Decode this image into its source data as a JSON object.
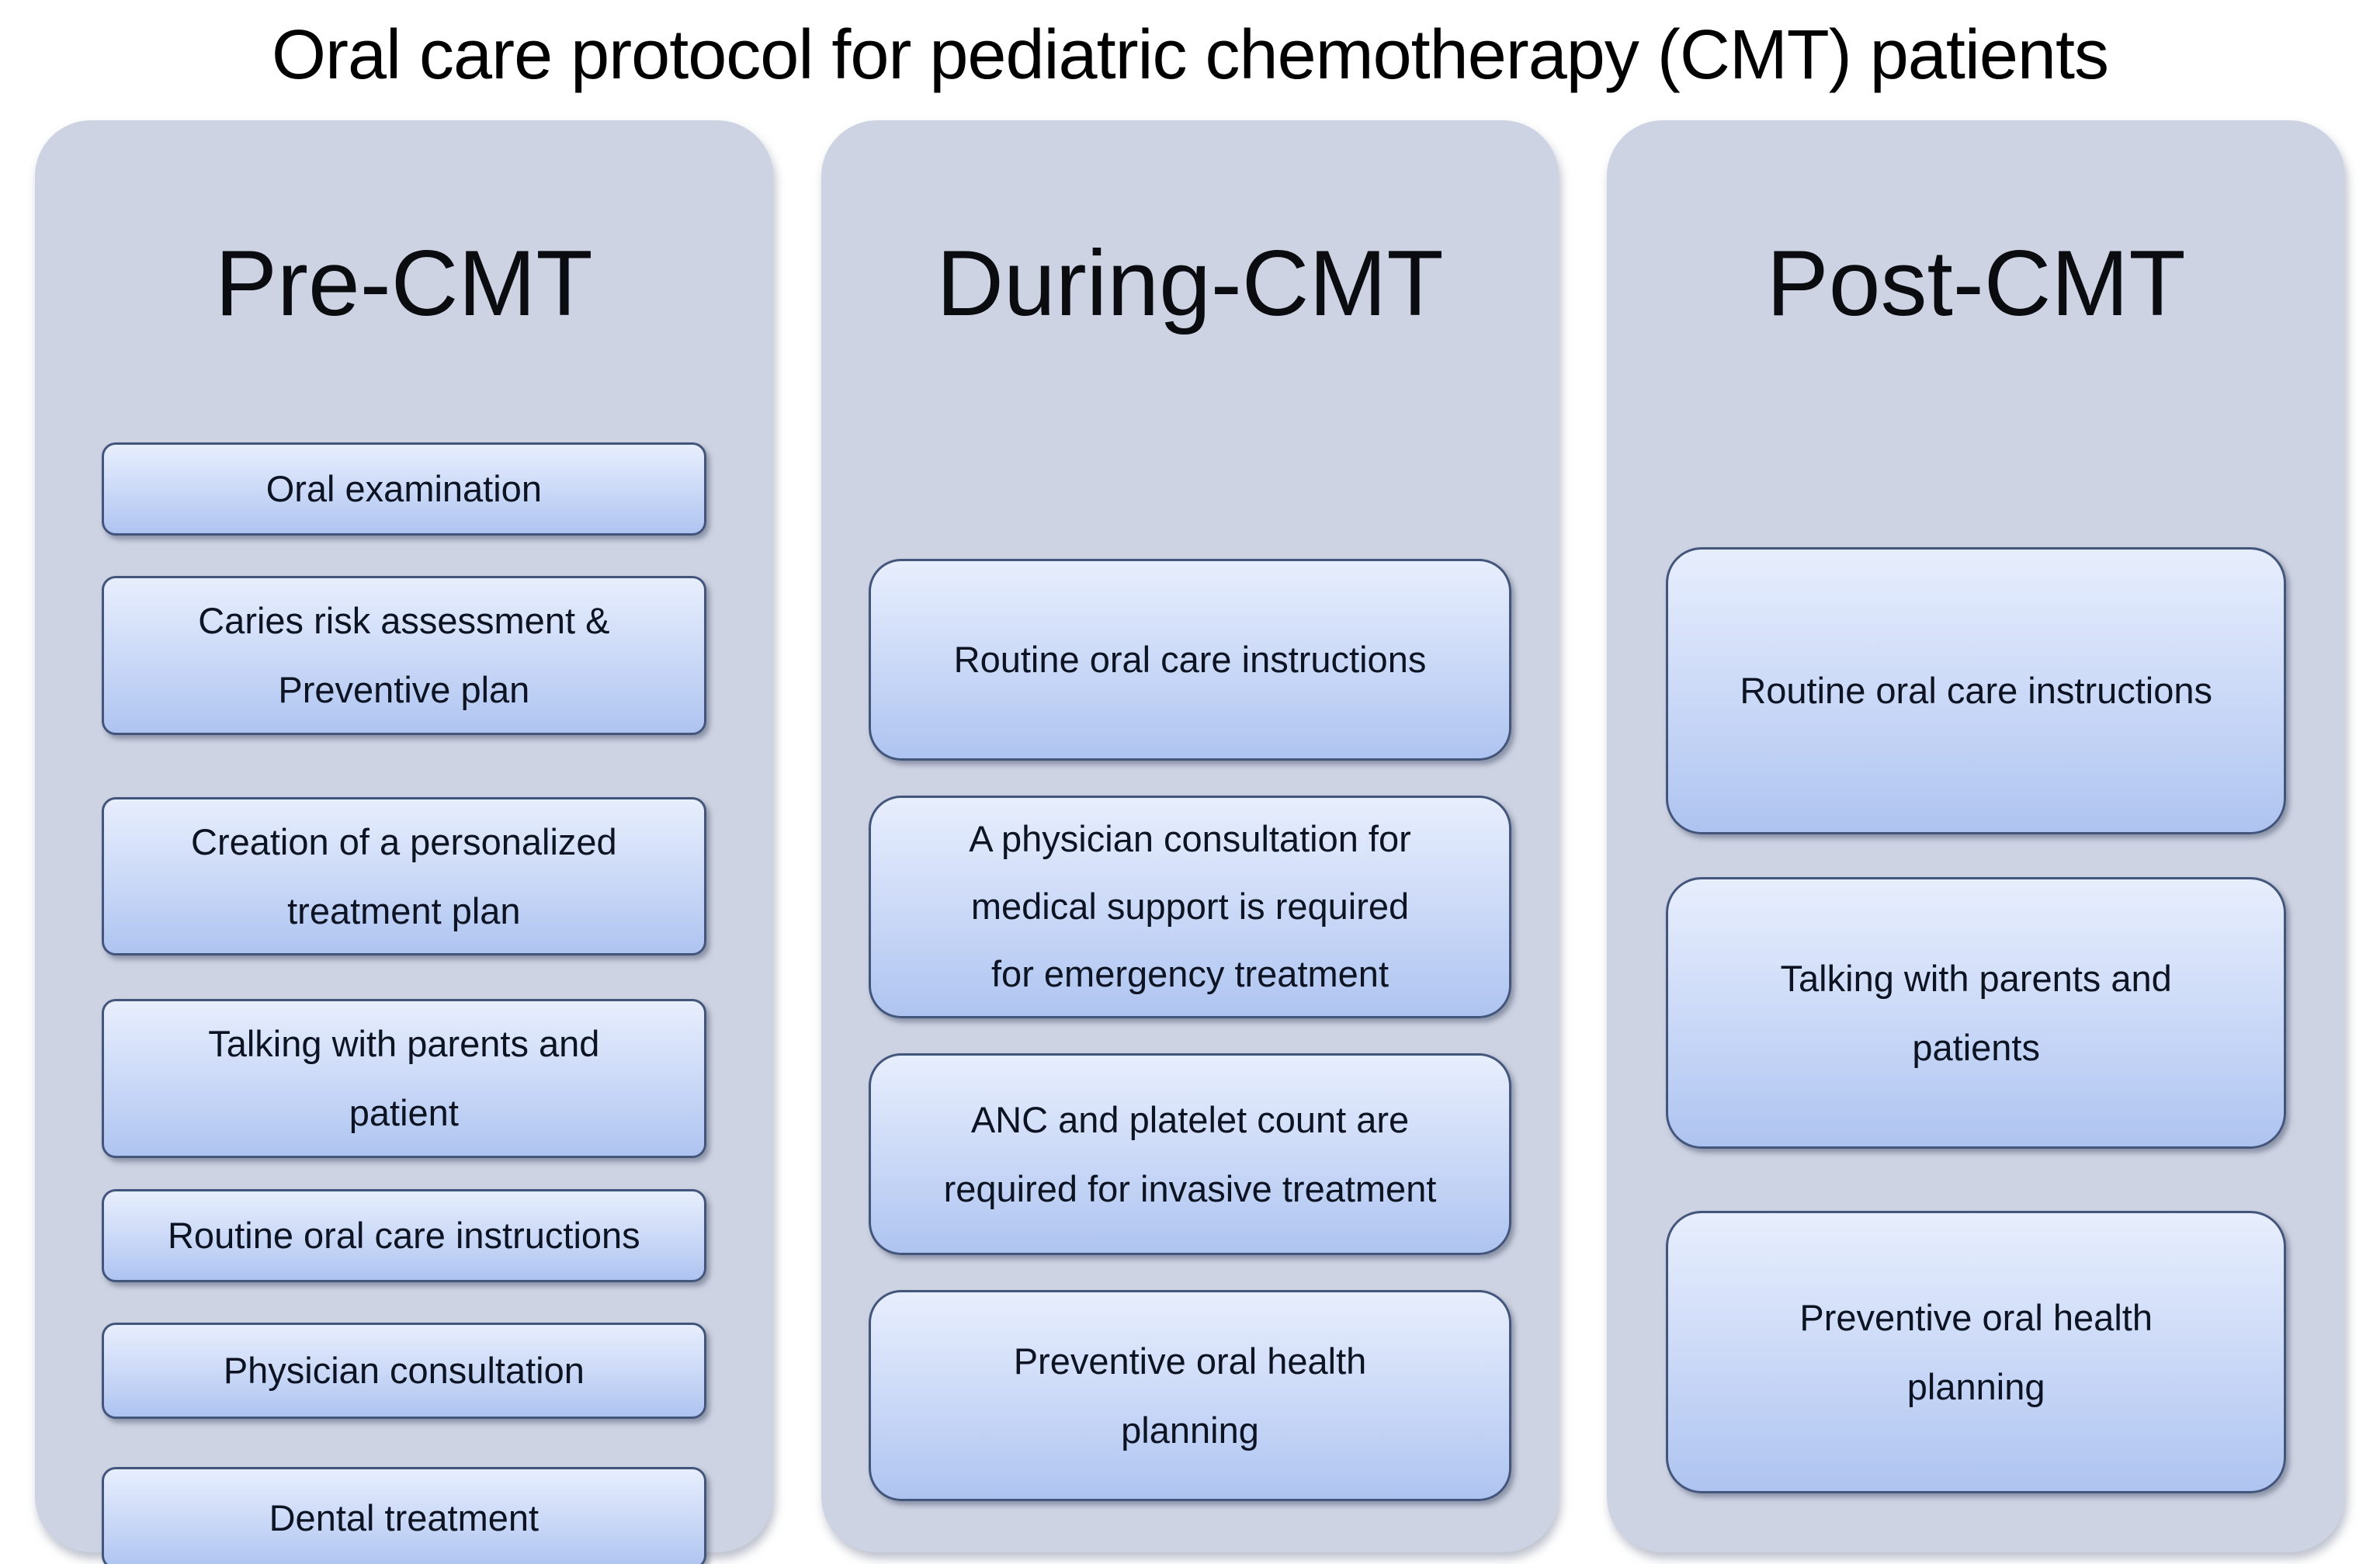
{
  "title": "Oral care protocol for pediatric chemotherapy (CMT) patients",
  "colors": {
    "column_bg": "#cdd3e2",
    "box_border": "#44557c",
    "box_top": "#e7eefd",
    "box_mid": "#cfdcf8",
    "box_bottom": "#aec4f0",
    "text_color": "#0c1322",
    "title_color": "#000000"
  },
  "columns": [
    {
      "header": "Pre-CMT",
      "boxes": [
        "Oral examination",
        "Caries risk assessment &\nPreventive plan",
        "Creation of a personalized\ntreatment plan",
        "Talking with parents and\npatient",
        "Routine oral care instructions",
        "Physician consultation",
        "Dental treatment"
      ]
    },
    {
      "header": "During-CMT",
      "boxes": [
        "Routine oral care instructions",
        "A physician consultation for\nmedical support is required\nfor emergency treatment",
        "ANC and platelet count are\nrequired for invasive treatment",
        "Preventive oral health\nplanning"
      ]
    },
    {
      "header": "Post-CMT",
      "boxes": [
        "Routine oral care instructions",
        "Talking with parents and\npatients",
        "Preventive oral health\nplanning"
      ]
    }
  ]
}
